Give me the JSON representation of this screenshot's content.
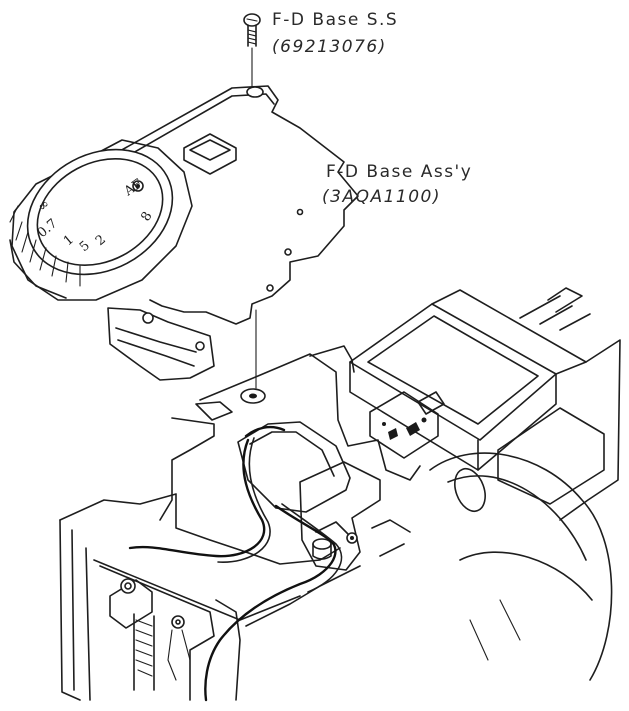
{
  "labels": {
    "screw_name": "F-D Base S.S",
    "screw_part": "(69213076)",
    "base_name": "F-D Base Ass'y",
    "base_part": "(3AQA1100)"
  },
  "dial_marks": [
    "AF",
    "8",
    "∞",
    "0.7",
    "5",
    "2",
    "1"
  ]
}
